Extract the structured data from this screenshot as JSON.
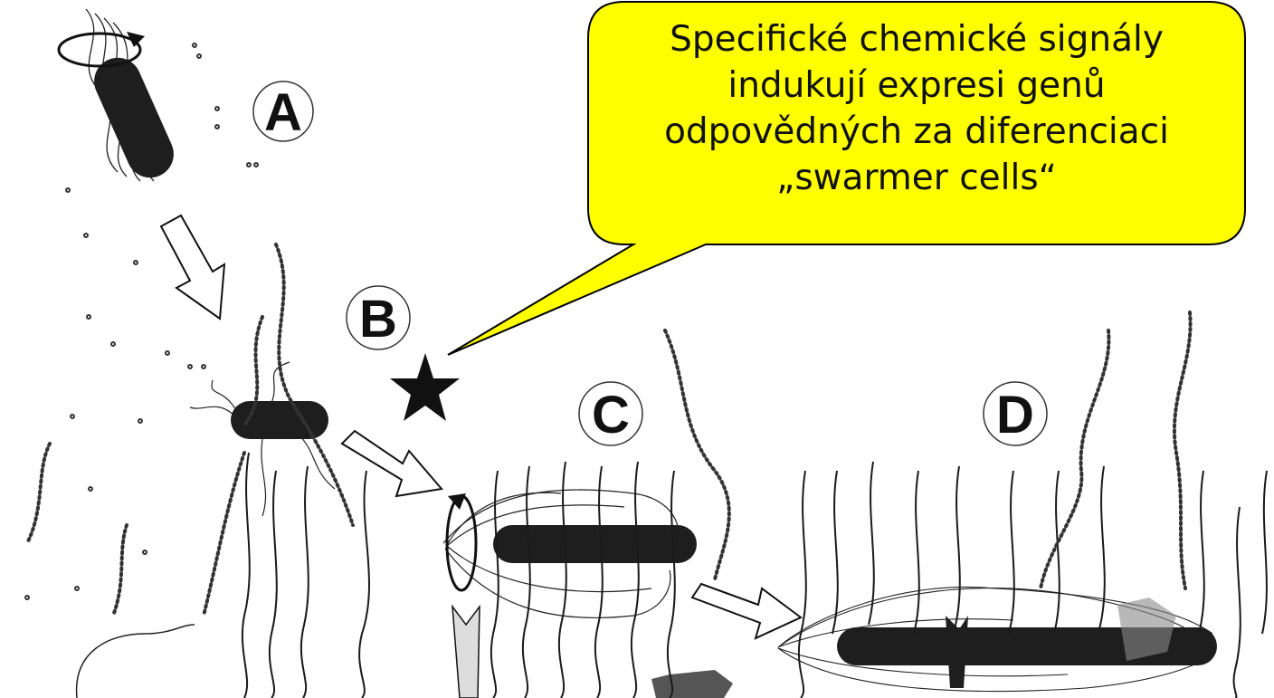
{
  "callout": {
    "lines": [
      "Specifické chemické signály",
      "indukují expresi genů",
      "odpovědných za diferenciaci",
      "„swarmer cells“"
    ],
    "fill": "#ffff00",
    "stroke": "#000000"
  },
  "labels": {
    "a": "A",
    "b": "B",
    "c": "C",
    "d": "D"
  },
  "icons": [
    "rotation-arrow-icon",
    "star-icon",
    "block-arrow-icon"
  ],
  "colors": {
    "ink": "#111111",
    "background": "#ffffff",
    "callout": "#ffff00"
  }
}
